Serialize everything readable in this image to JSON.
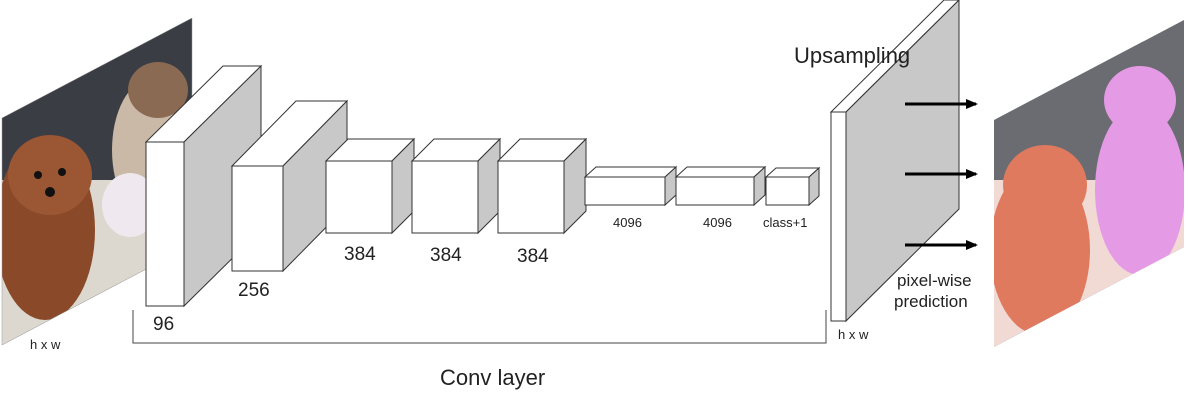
{
  "layers": [
    {
      "label": "96"
    },
    {
      "label": "256"
    },
    {
      "label": "384"
    },
    {
      "label": "384"
    },
    {
      "label": "384"
    },
    {
      "label": "4096"
    },
    {
      "label": "4096"
    },
    {
      "label": "class+1"
    }
  ],
  "input_size_label": "h x w",
  "output_size_label": "h x w",
  "upsampling_label": "Upsampling",
  "conv_label": "Conv layer",
  "prediction_label_line1": "pixel-wise",
  "prediction_label_line2": "prediction",
  "colors": {
    "block_face": "#ffffff",
    "block_side": "#c8c8c8",
    "block_top": "#ffffff",
    "stroke": "#333333",
    "mask_left": "#e07a5f",
    "mask_right": "#e59ae6"
  }
}
